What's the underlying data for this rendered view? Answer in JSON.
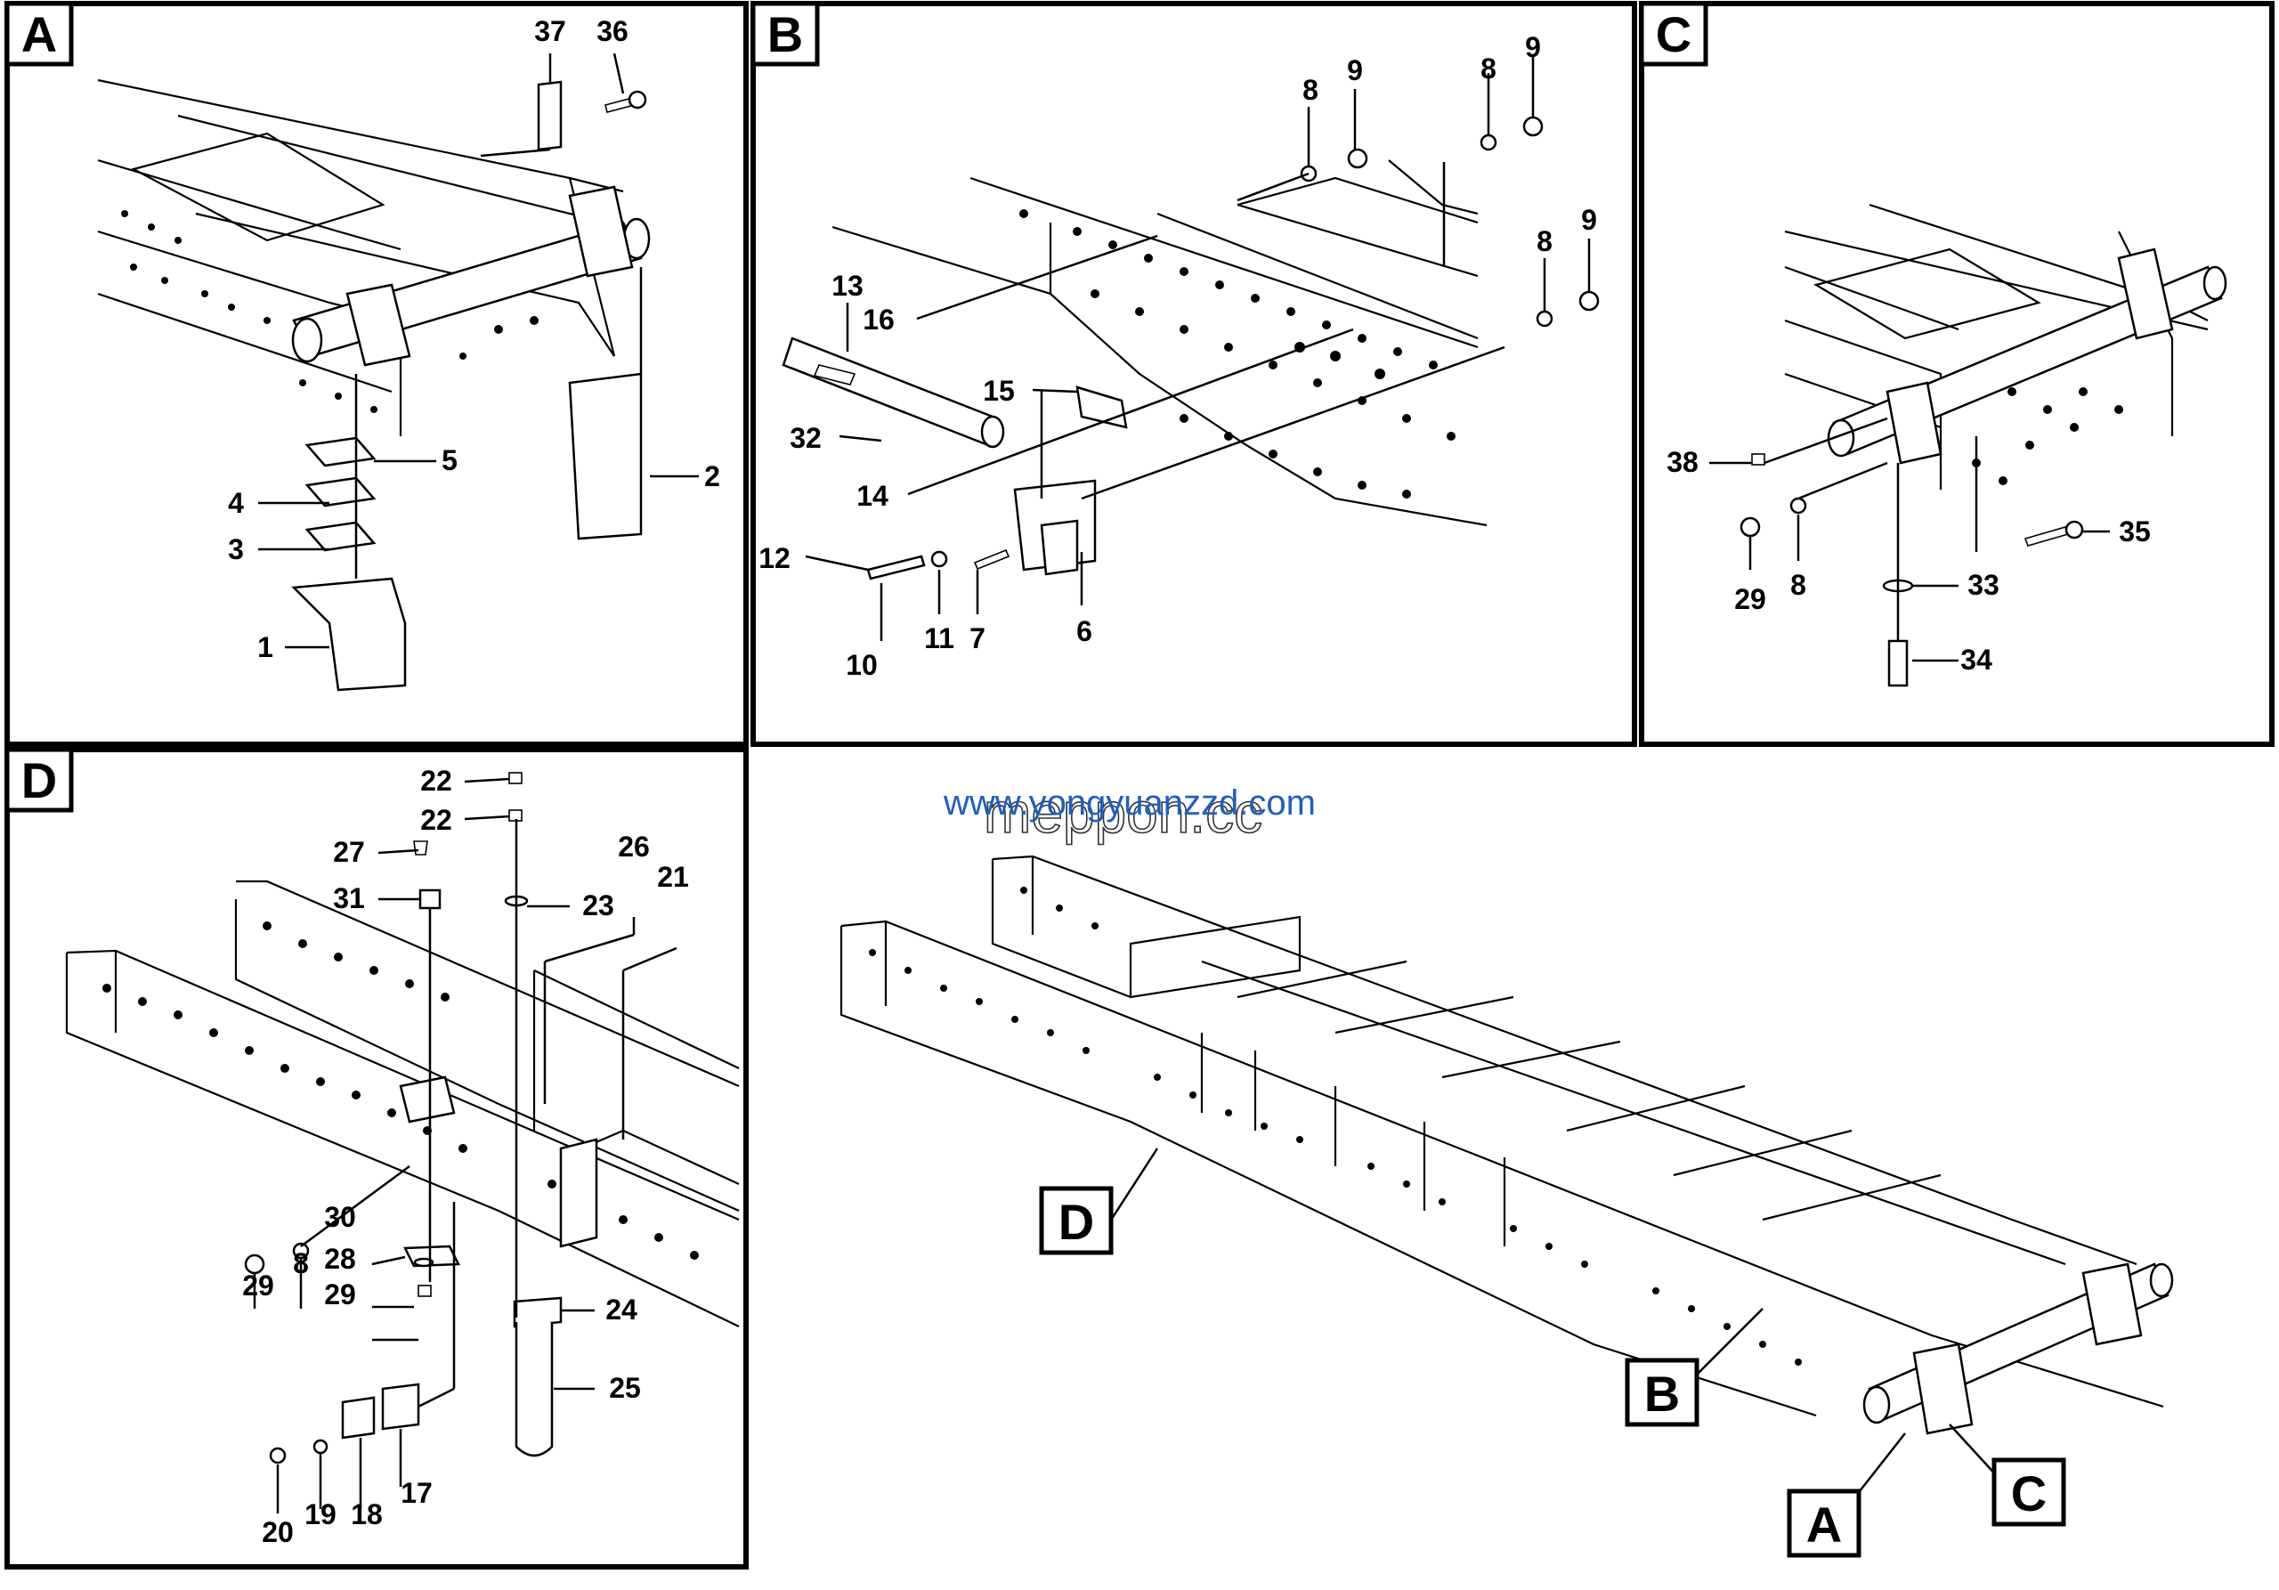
{
  "panels": {
    "A": {
      "tag": "A"
    },
    "B": {
      "tag": "B"
    },
    "C": {
      "tag": "C"
    },
    "D": {
      "tag": "D"
    }
  },
  "overview_tags": [
    "D",
    "B",
    "A",
    "C"
  ],
  "parts": {
    "A": [
      "37",
      "36",
      "5",
      "4",
      "3",
      "1",
      "2"
    ],
    "B": [
      "8",
      "9",
      "8",
      "9",
      "8",
      "9",
      "13",
      "16",
      "15",
      "32",
      "14",
      "12",
      "10",
      "11",
      "7",
      "6"
    ],
    "C": [
      "38",
      "29",
      "8",
      "35",
      "33",
      "34"
    ],
    "D": [
      "22",
      "22",
      "27",
      "31",
      "23",
      "26",
      "21",
      "29",
      "8",
      "30",
      "28",
      "29",
      "24",
      "25",
      "20",
      "19",
      "18",
      "17"
    ]
  },
  "watermark": {
    "url": "www.yongyuanzzd.com",
    "overlay": "meppon.cc"
  }
}
